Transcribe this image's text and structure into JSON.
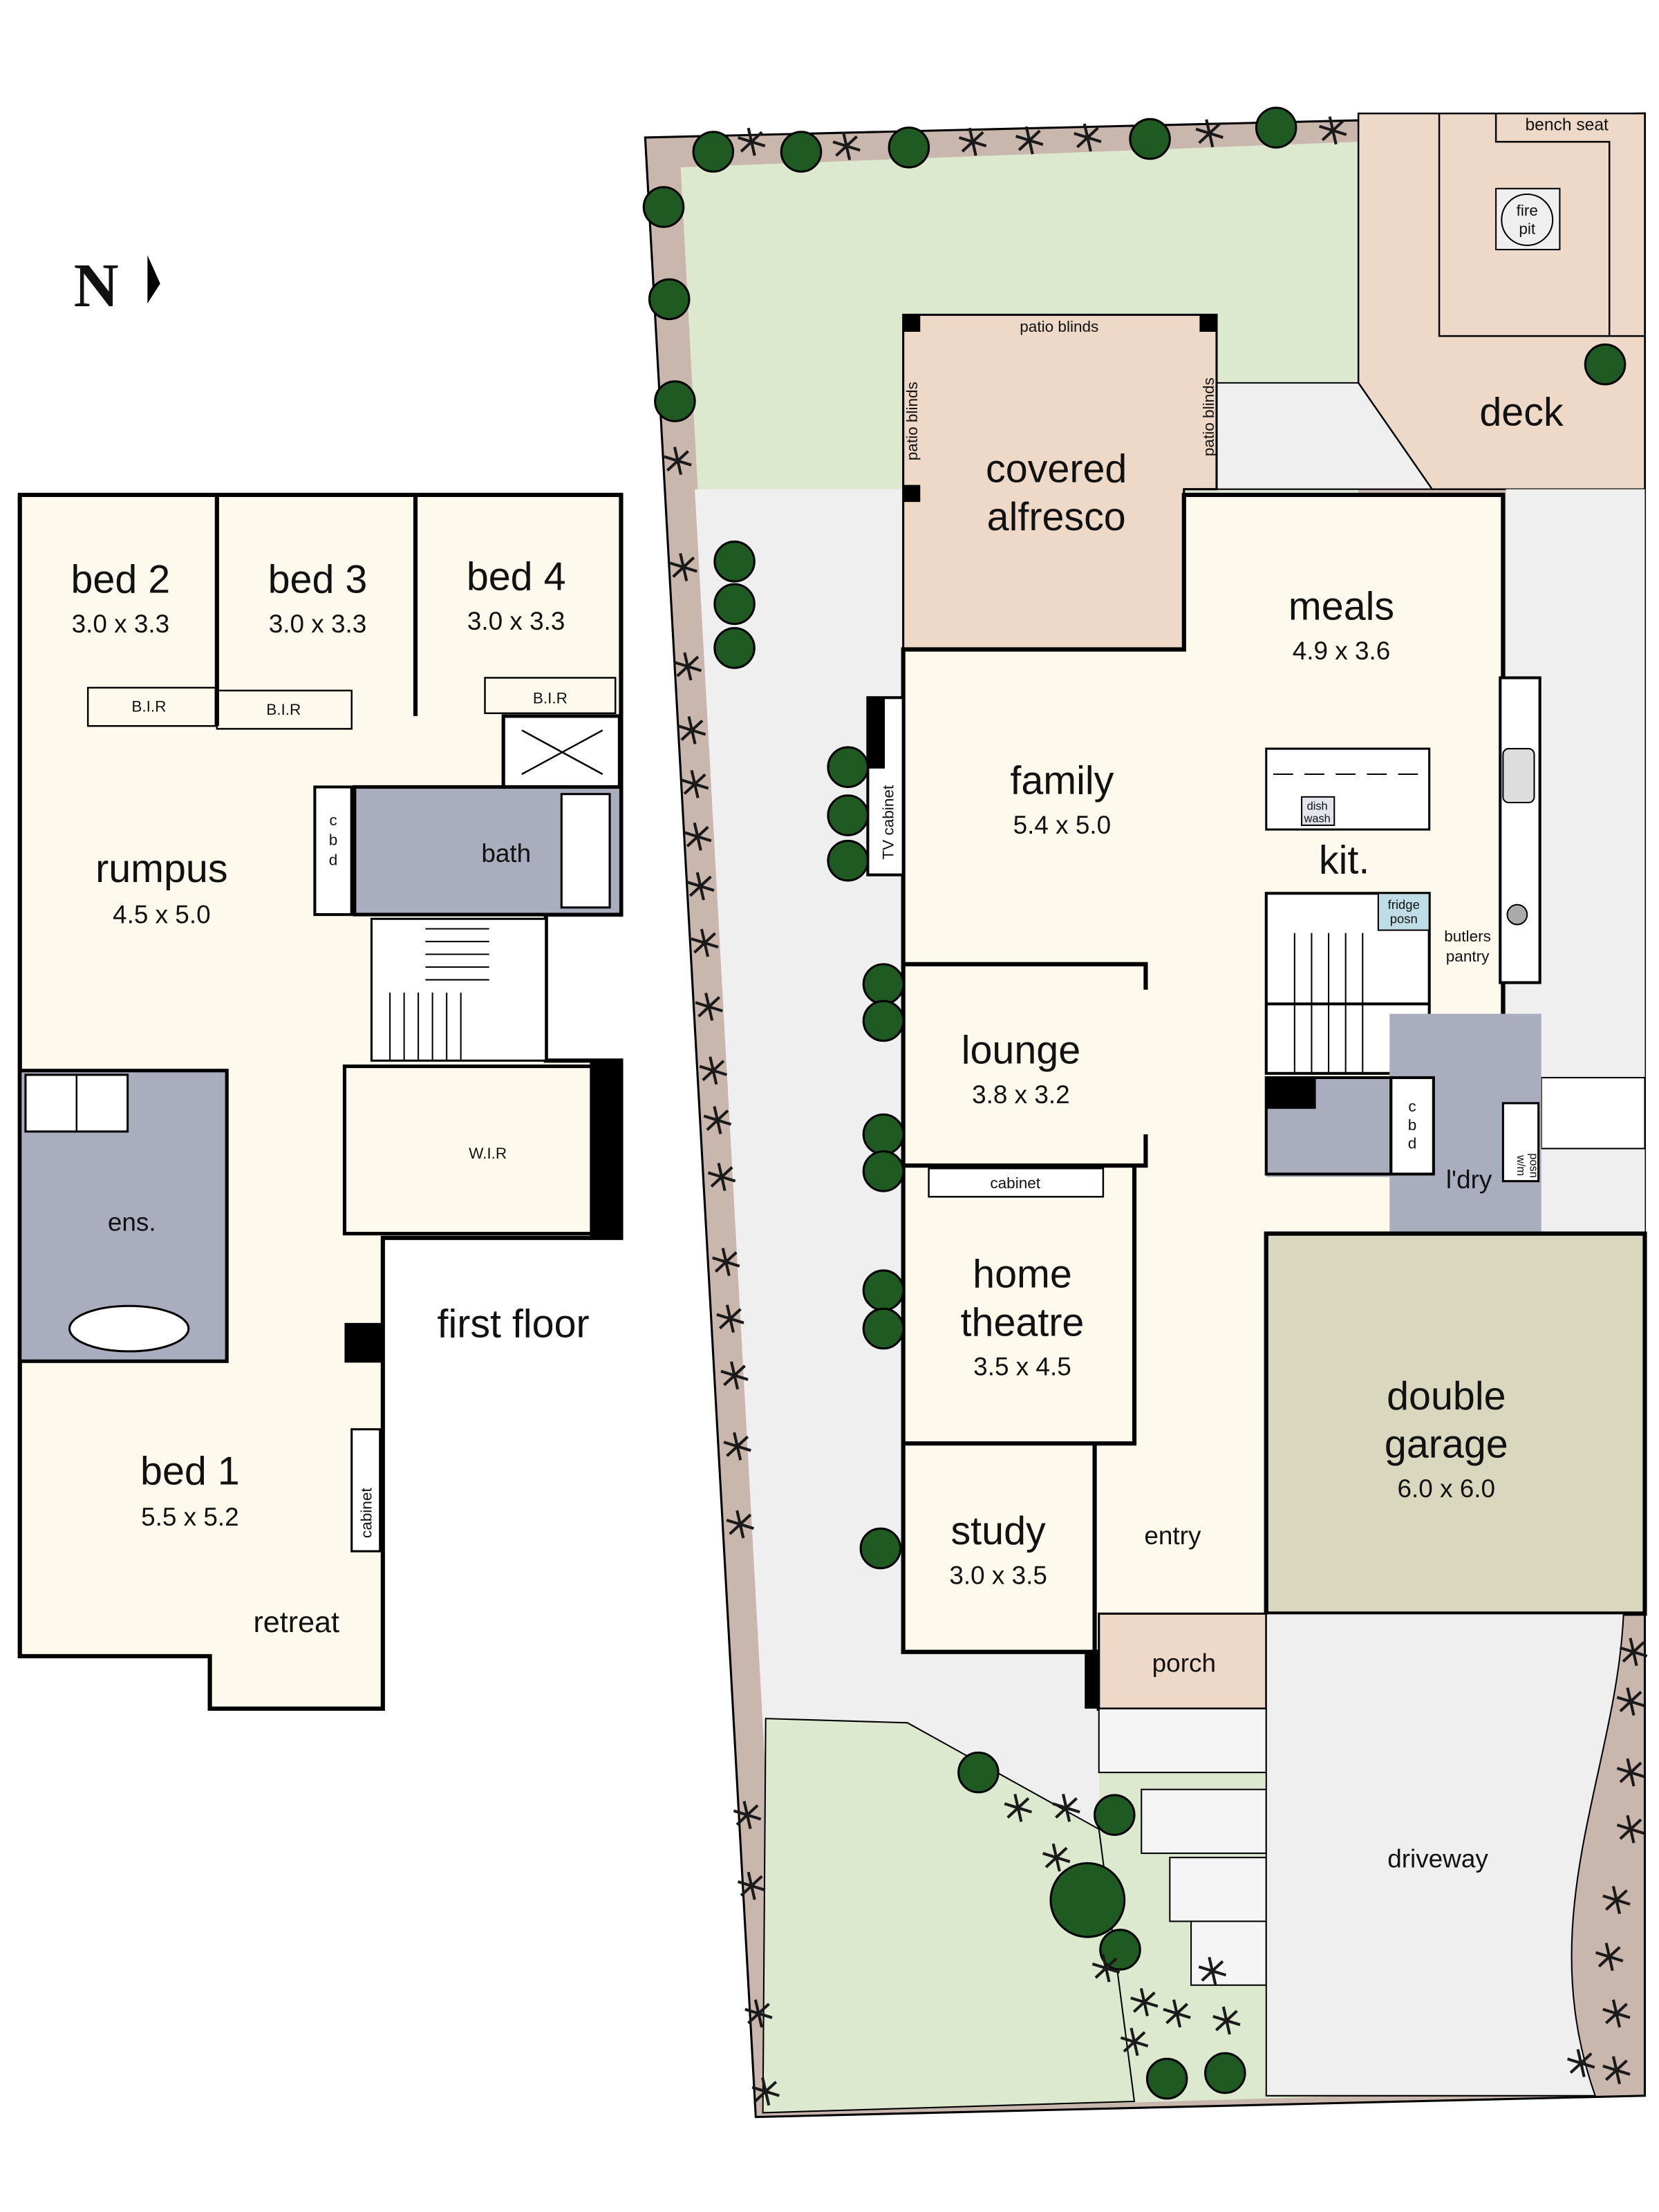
{
  "north": {
    "label": "N"
  },
  "colors": {
    "floor": "#FDF9EC",
    "wet_area": "#A9ADBD",
    "lawn": "#DCE9CF",
    "deck": "#EED9C9",
    "paving": "#EFEFEF",
    "garage": "#D9D7BE",
    "border": "#C9B6AC",
    "tree": "#1E5A22"
  },
  "first_floor": {
    "title": "first floor",
    "rooms": [
      {
        "name": "bed 2",
        "dims": "3.0 x 3.3"
      },
      {
        "name": "bed 3",
        "dims": "3.0 x 3.3"
      },
      {
        "name": "bed 4",
        "dims": "3.0 x 3.3"
      },
      {
        "name": "rumpus",
        "dims": "4.5 x 5.0"
      },
      {
        "name": "bed 1",
        "dims": "5.5 x 5.2"
      }
    ],
    "labels": {
      "bir": "B.I.R",
      "bath": "bath",
      "cbd": [
        "c",
        "b",
        "d"
      ],
      "ens": "ens.",
      "wir": "W.I.R",
      "cabinet": "cabinet",
      "retreat": "retreat"
    }
  },
  "ground_floor": {
    "rooms": [
      {
        "name": "covered alfresco",
        "line1": "covered",
        "line2": "alfresco"
      },
      {
        "name": "meals",
        "dims": "4.9 x 3.6"
      },
      {
        "name": "family",
        "dims": "5.4 x 5.0"
      },
      {
        "name": "kit.",
        "dims": ""
      },
      {
        "name": "lounge",
        "dims": "3.8 x 3.2"
      },
      {
        "name": "home theatre",
        "line1": "home",
        "line2": "theatre",
        "dims": "3.5 x 4.5"
      },
      {
        "name": "study",
        "dims": "3.0 x 3.5"
      },
      {
        "name": "double garage",
        "line1": "double",
        "line2": "garage",
        "dims": "6.0 x 6.0"
      }
    ],
    "labels": {
      "deck": "deck",
      "bench_seat": "bench seat",
      "fire": "fire",
      "pit": "pit",
      "patio_blinds": "patio blinds",
      "tv_cabinet": "TV cabinet",
      "dish": "dish",
      "wash": "wash",
      "fridge": "fridge",
      "posn": "posn",
      "butlers": "butlers",
      "pantry": "pantry",
      "cbd": [
        "c",
        "b",
        "d"
      ],
      "ldry": "l'dry",
      "wm": "w/m",
      "cabinet": "cabinet",
      "entry": "entry",
      "porch": "porch",
      "driveway": "driveway"
    }
  }
}
